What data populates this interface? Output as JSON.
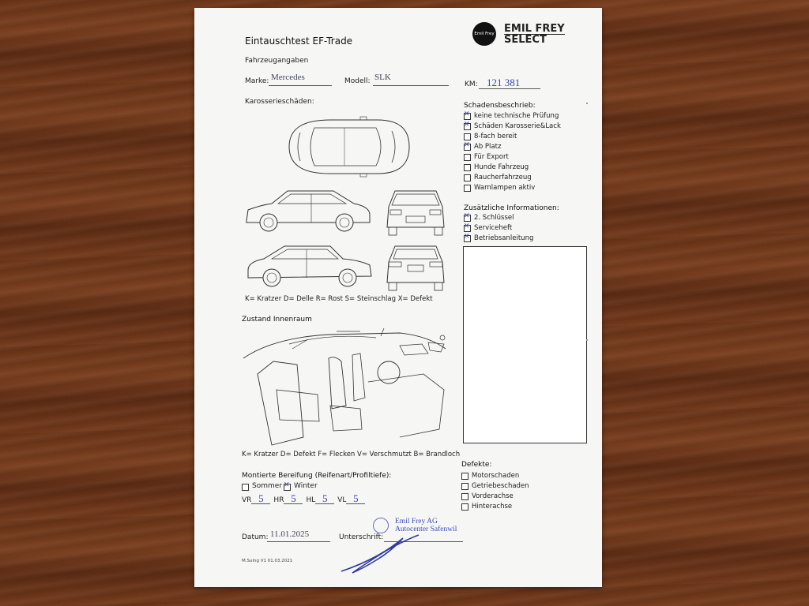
{
  "header": {
    "title": "Eintauschtest EF-Trade",
    "logo_badge_text": "Emil Frey",
    "brand_line1": "EMIL FREY",
    "brand_line2": "SELECT"
  },
  "vehicle": {
    "section_label": "Fahrzeugangaben",
    "marke_label": "Marke:",
    "marke_value": "Mercedes",
    "modell_label": "Modell:",
    "modell_value": "SLK",
    "km_label": "KM:",
    "km_value": "121 381"
  },
  "body_damage": {
    "section_label": "Karosserieschäden:",
    "legend": "K= Kratzer D= Delle R= Rost S= Steinschlag X= Defekt"
  },
  "damage_description": {
    "label": "Schadensbeschrieb:",
    "items": [
      {
        "label": "keine technische Prüfung",
        "checked": true
      },
      {
        "label": "Schäden Karosserie&Lack",
        "checked": true
      },
      {
        "label": "8-fach bereit",
        "checked": false
      },
      {
        "label": "Ab Platz",
        "checked": true
      },
      {
        "label": "Für Export",
        "checked": false
      },
      {
        "label": "Hunde Fahrzeug",
        "checked": false
      },
      {
        "label": "Raucherfahrzeug",
        "checked": false
      },
      {
        "label": "Warnlampen aktiv",
        "checked": false
      }
    ]
  },
  "additional_info": {
    "label": "Zusätzliche Informationen:",
    "items": [
      {
        "label": "2. Schlüssel",
        "checked": true
      },
      {
        "label": "Serviceheft",
        "checked": true
      },
      {
        "label": "Betriebsanleitung",
        "checked": true
      }
    ]
  },
  "interior": {
    "section_label": "Zustand Innenraum",
    "legend": "K= Kratzer D= Defekt F= Flecken V= Verschmutzt B= Brandloch"
  },
  "tires": {
    "label": "Montierte Bereifung (Reifenart/Profiltiefe):",
    "sommer_label": "Sommer",
    "sommer_checked": false,
    "winter_label": "Winter",
    "winter_checked": true,
    "vr_label": "VR",
    "vr_value": "5",
    "hr_label": "HR",
    "hr_value": "5",
    "hl_label": "HL",
    "hl_value": "5",
    "vl_label": "VL",
    "vl_value": "5"
  },
  "defects": {
    "label": "Defekte:",
    "items": [
      {
        "label": "Motorschaden",
        "checked": false
      },
      {
        "label": "Getriebeschaden",
        "checked": false
      },
      {
        "label": "Vorderachse",
        "checked": false
      },
      {
        "label": "Hinterachse",
        "checked": false
      }
    ]
  },
  "footer": {
    "datum_label": "Datum:",
    "datum_value": "11.01.2025",
    "unterschrift_label": "Unterschrift:",
    "stamp_line1": "Emil Frey AG",
    "stamp_line2": "Autocenter Safenwil",
    "version": "M.Suing V1 01.03.2021"
  },
  "colors": {
    "ink_blue": "#3a44a8",
    "stamp_blue": "#3d4fb6",
    "paper": "#f6f6f4"
  }
}
